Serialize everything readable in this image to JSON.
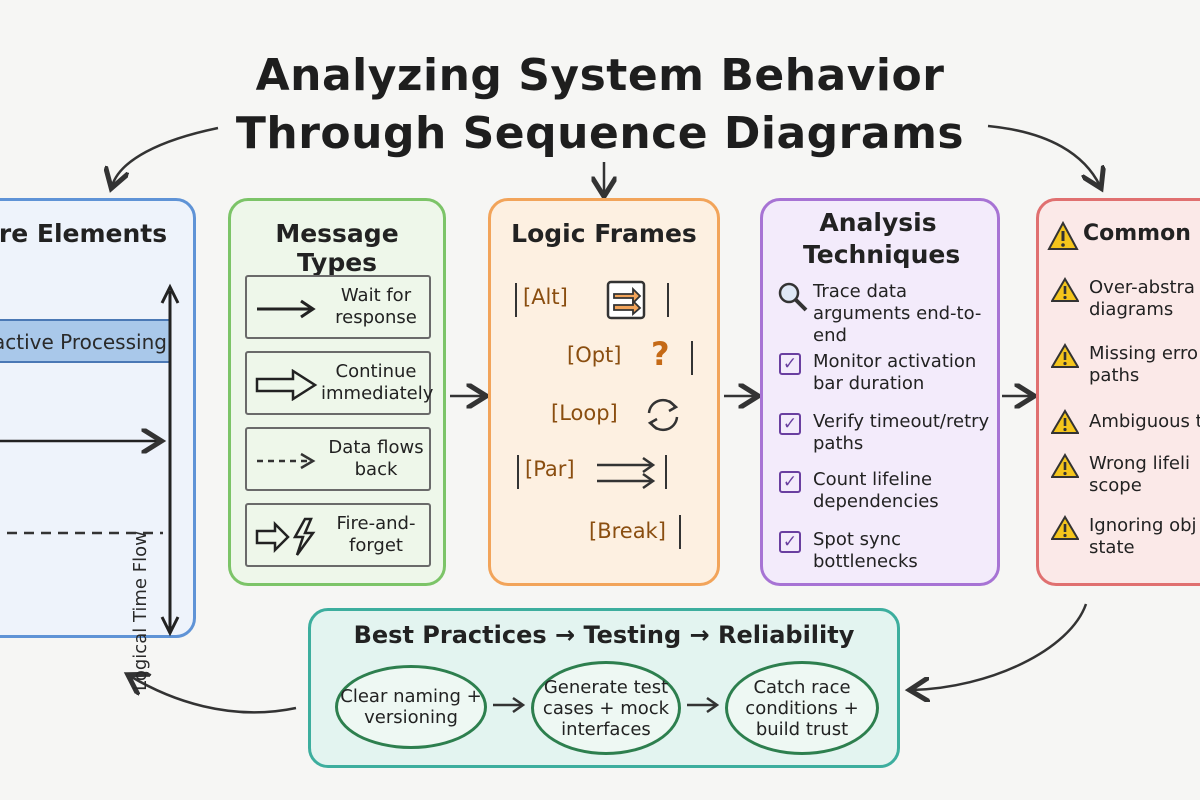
{
  "title": {
    "line1": "Analyzing System Behavior",
    "line2": "Through Sequence Diagrams"
  },
  "core": {
    "title": "re Elements",
    "bar_label": "active Processing",
    "axis_label": "Logical Time Flow"
  },
  "message_types": {
    "title": "Message Types",
    "items": [
      {
        "label": "Wait for response",
        "icon": "solid-arrow-icon"
      },
      {
        "label": "Continue immediately",
        "icon": "open-arrow-icon"
      },
      {
        "label": "Data flows back",
        "icon": "dashed-arrow-icon"
      },
      {
        "label": "Fire-and-forget",
        "icon": "lightning-icon"
      }
    ]
  },
  "logic_frames": {
    "title": "Logic Frames",
    "frames": [
      "[Alt]",
      "[Opt]",
      "[Loop]",
      "[Par]",
      "[Break]"
    ],
    "icons": [
      "branch-icon",
      "question-icon",
      "loop-icon",
      "parallel-icon"
    ],
    "question_mark": "?"
  },
  "analysis": {
    "title": "Analysis Techniques",
    "items": [
      {
        "text": "Trace data arguments end-to-end",
        "icon": "magnifier-icon"
      },
      {
        "text": "Monitor activation bar duration",
        "icon": "checkbox-icon"
      },
      {
        "text": "Verify timeout/retry paths",
        "icon": "checkbox-icon"
      },
      {
        "text": "Count lifeline dependencies",
        "icon": "checkbox-icon"
      },
      {
        "text": "Spot sync bottlenecks",
        "icon": "checkbox-icon"
      }
    ]
  },
  "pitfalls": {
    "title": "Common P",
    "items": [
      {
        "text": "Over-abstra diagrams",
        "icon": "warning-icon"
      },
      {
        "text": "Missing erro paths",
        "icon": "warning-icon"
      },
      {
        "text": "Ambiguous t",
        "icon": "warning-icon"
      },
      {
        "text": "Wrong lifeli scope",
        "icon": "warning-icon"
      },
      {
        "text": "Ignoring obj state",
        "icon": "warning-icon"
      }
    ]
  },
  "best_practices": {
    "title": "Best Practices → Testing → Reliability",
    "steps": [
      "Clear naming + versioning",
      "Generate test cases + mock interfaces",
      "Catch race conditions + build trust"
    ]
  },
  "colors": {
    "core": "#5f93d6",
    "message_types": "#7cc468",
    "logic_frames": "#f2a45a",
    "analysis": "#a773d4",
    "pitfalls": "#e07070",
    "best_practices": "#3dae9e"
  }
}
